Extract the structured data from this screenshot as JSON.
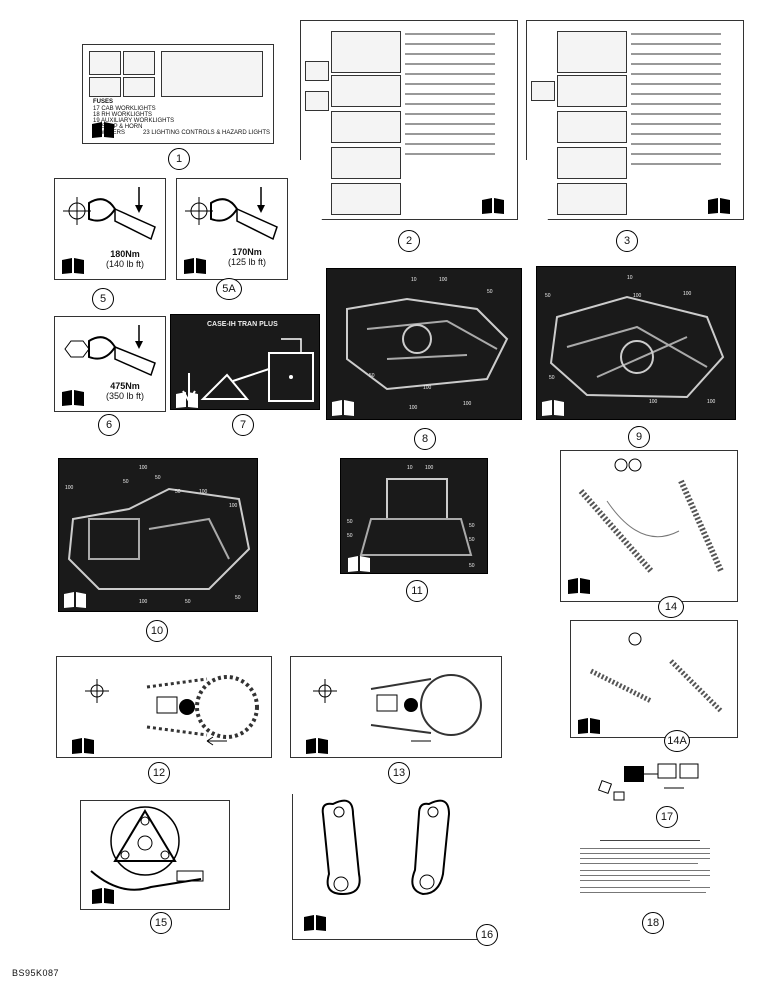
{
  "figure_labels": [
    "1",
    "2",
    "3",
    "5",
    "5A",
    "6",
    "7",
    "8",
    "9",
    "10",
    "11",
    "14",
    "14A",
    "12",
    "13",
    "17",
    "15",
    "16",
    "18"
  ],
  "decal1": {
    "heading": "FUSES",
    "lines": [
      "17  CAB WORKLIGHTS",
      "18  RH WORKLIGHTS",
      "19  AUXILIARY WORKLIGHTS",
      "20  STOP & HORN",
      "22  WIPERS",
      "23  LIGHTING CONTROLS & HAZARD LIGHTS"
    ]
  },
  "decal5": {
    "torque": "180Nm",
    "torque2": "(140 lb ft)"
  },
  "decal5a": {
    "torque": "170Nm",
    "torque2": "(125 lb ft)"
  },
  "decal6": {
    "torque": "475Nm",
    "torque2": "(350 lb ft)"
  },
  "decal7": {
    "title": "CASE-IH TRAN PLUS"
  },
  "decal8": {
    "labels": [
      "10",
      "100",
      "50",
      "100",
      "50",
      "100",
      "100"
    ]
  },
  "decal9": {
    "labels": [
      "10",
      "100",
      "50",
      "100",
      "50",
      "100",
      "100"
    ]
  },
  "decal10": {
    "labels": [
      "100",
      "50",
      "100",
      "50",
      "50",
      "100",
      "100",
      "100",
      "50",
      "50"
    ]
  },
  "decal11": {
    "labels": [
      "10",
      "100",
      "50",
      "50",
      "50",
      "50",
      "50"
    ]
  },
  "footer": "BS95K087"
}
